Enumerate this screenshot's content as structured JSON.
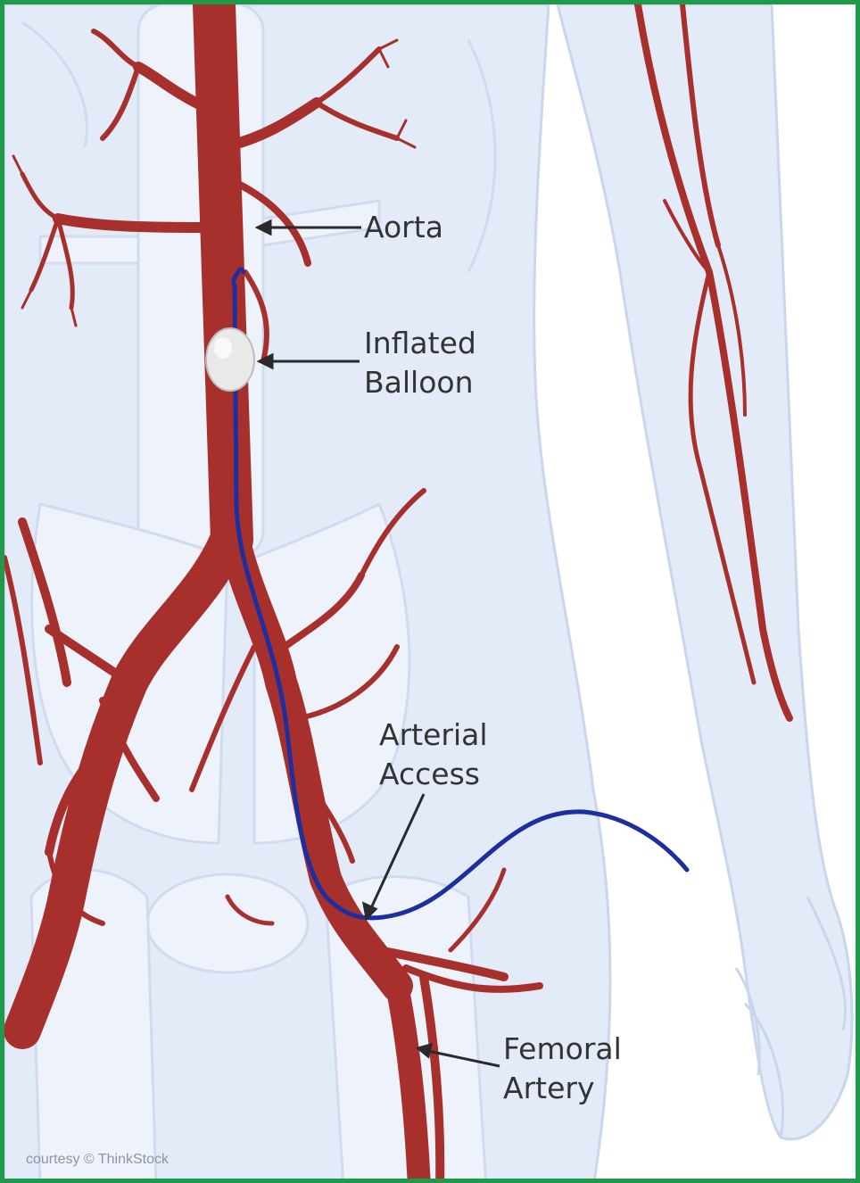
{
  "labels": {
    "aorta": "Aorta",
    "inflated_balloon": [
      "Inflated",
      "Balloon"
    ],
    "arterial_access": [
      "Arterial",
      "Access"
    ],
    "femoral_artery": [
      "Femoral",
      "Artery"
    ]
  },
  "credit": "courtesy © ThinkStock",
  "colors": {
    "frame": "#1f9a4a",
    "artery": "#a8302c",
    "catheter": "#1d2f9e",
    "body": "#e3ebf8",
    "balloon": "#e9e9e9",
    "text": "#333333"
  }
}
